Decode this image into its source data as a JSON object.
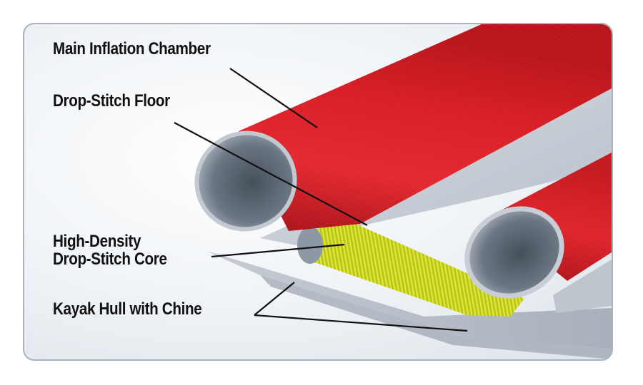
{
  "labels": {
    "main_chamber": "Main Inflation Chamber",
    "floor": "Drop-Stitch Floor",
    "core_line1": "High-Density",
    "core_line2": "Drop-Stitch Core",
    "hull": "Kayak Hull with Chine"
  },
  "colors": {
    "tube_red": "#d81f26",
    "tube_interior": "#4f5a66",
    "floor_gray": "#c9ced6",
    "core_yellow": "#c9d21a",
    "leader_line": "#111111",
    "frame_border": "#a9b2bd"
  }
}
